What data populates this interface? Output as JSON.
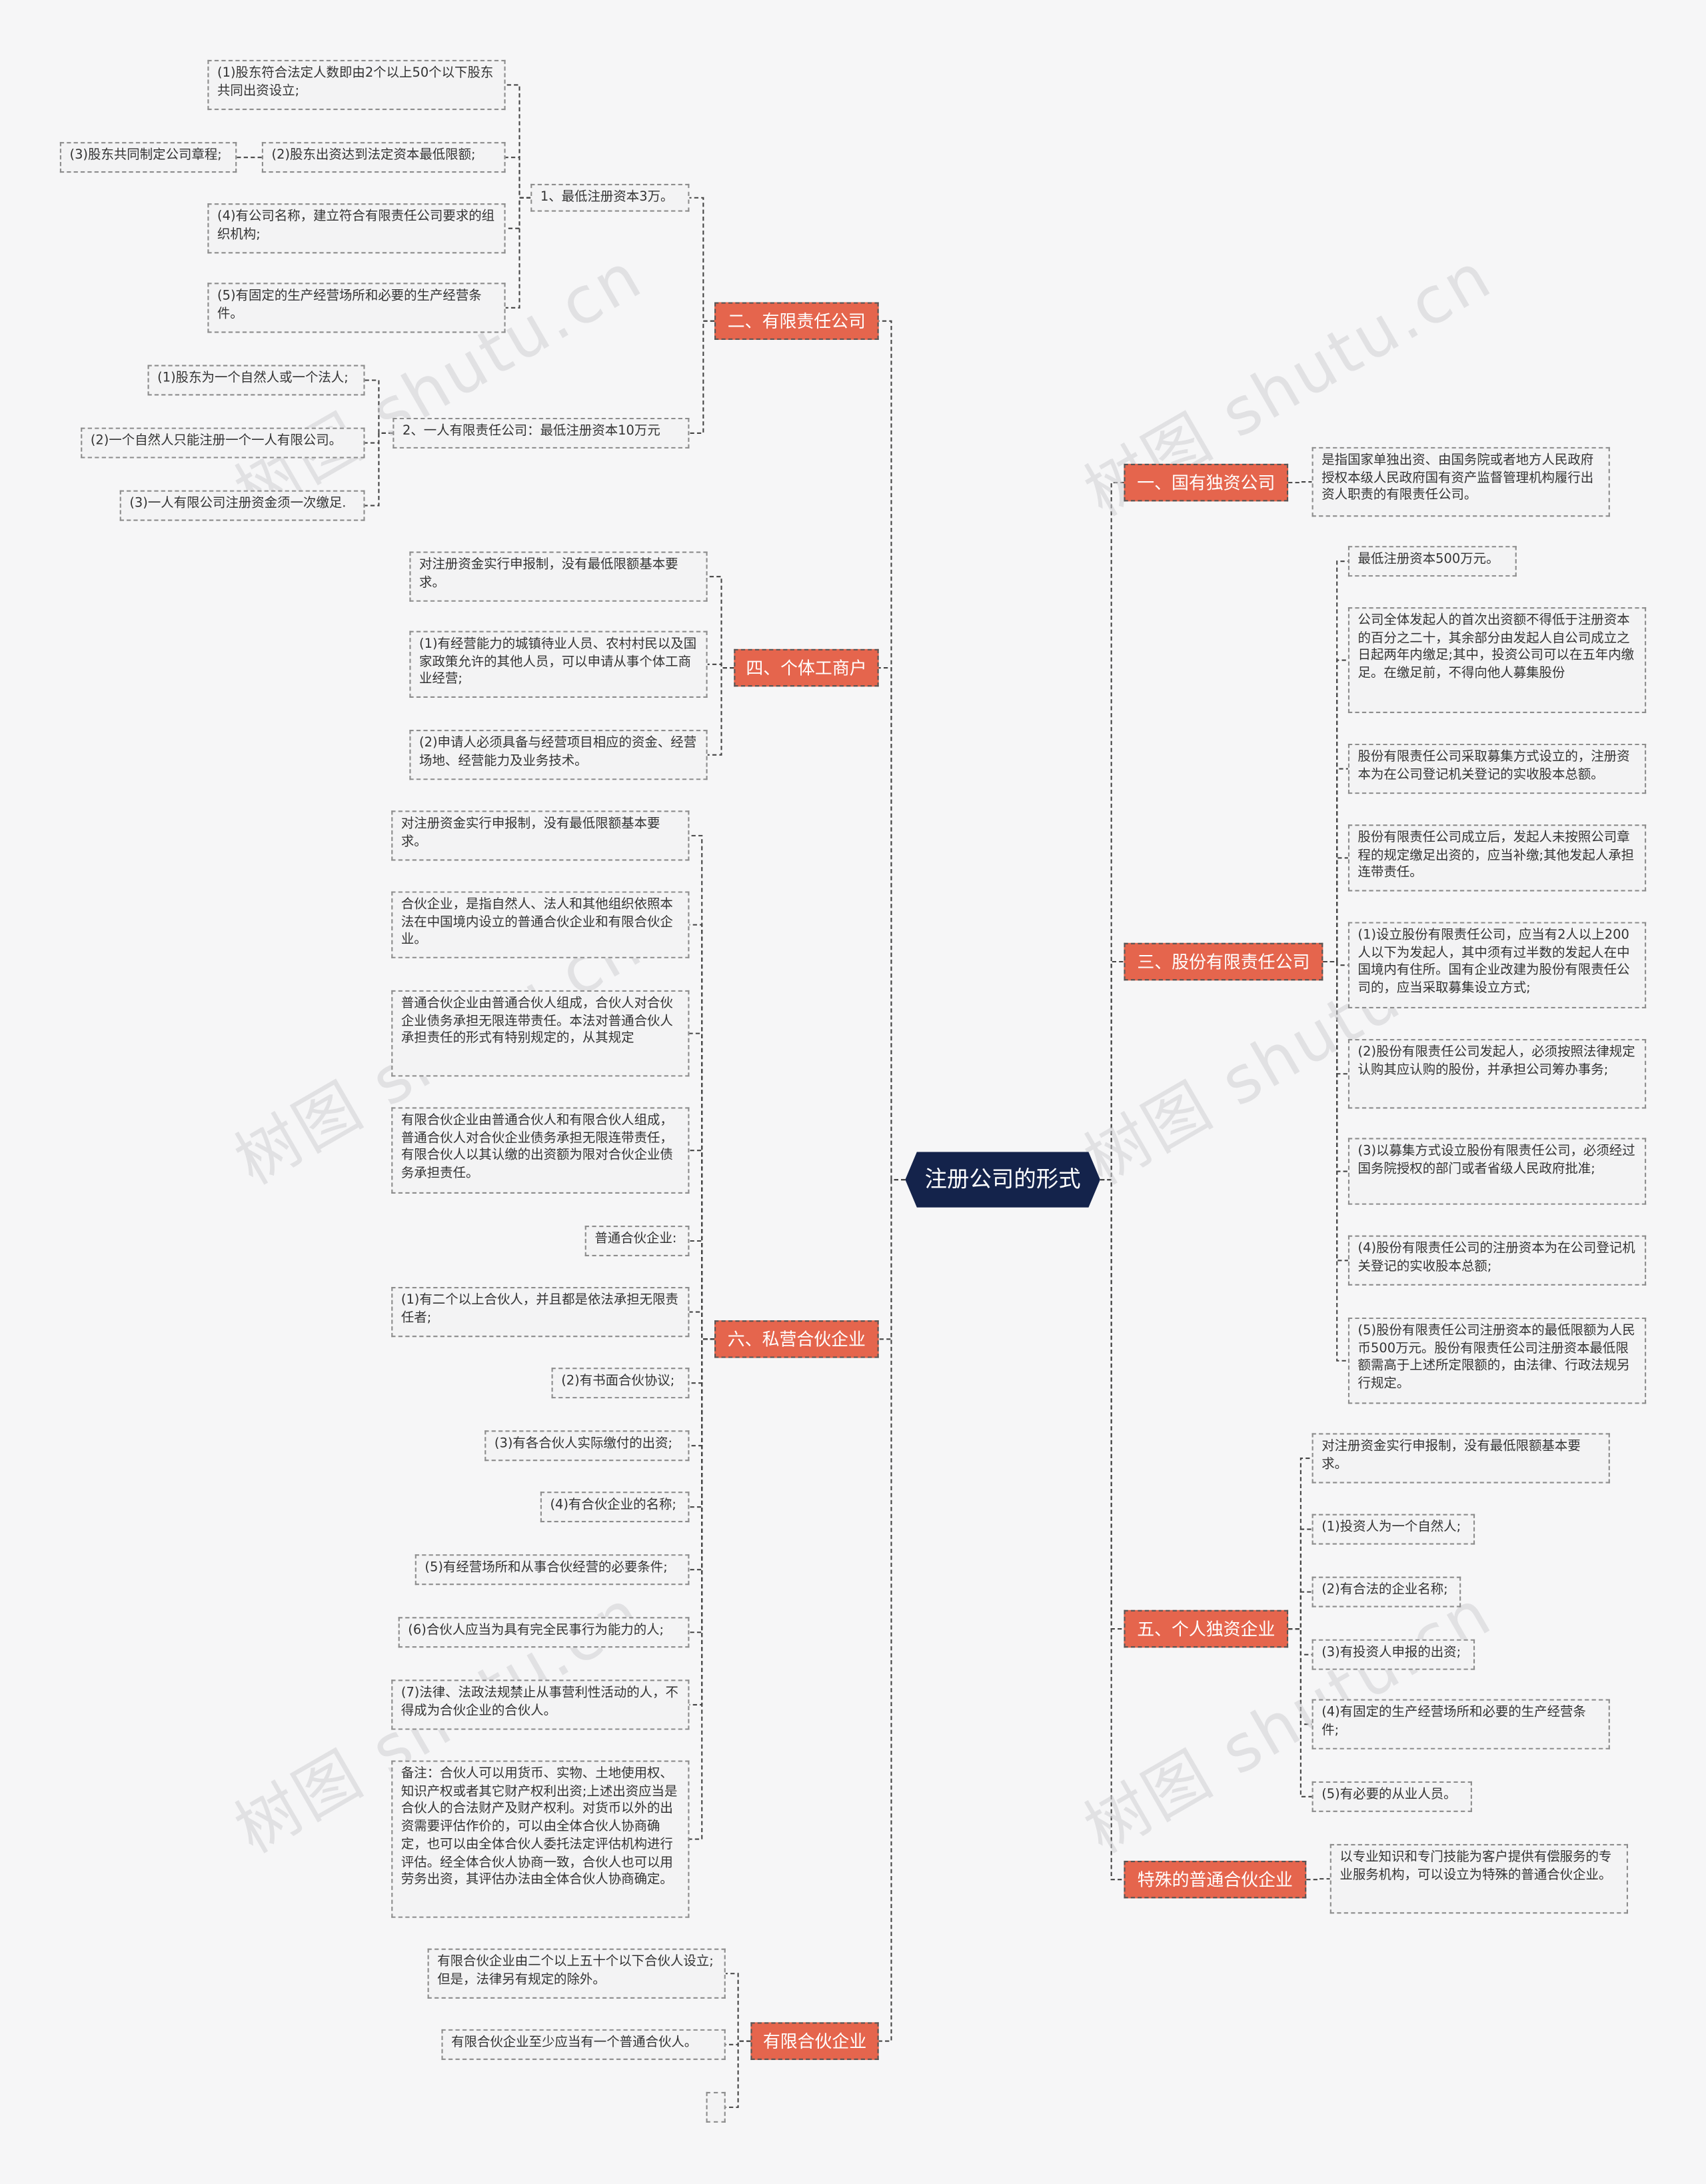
{
  "colors": {
    "center_bg": "#14234b",
    "category_bg": "#e5654d",
    "leaf_border": "#8c8c8c"
  },
  "watermark": "树图 shutu.cn",
  "center": "注册公司的形式",
  "left": {
    "llc": {
      "title": "二、有限责任公司",
      "min_capital": "1、最低注册资本3万。",
      "cond1": "(1)股东符合法定人数即由2个以上50个以下股东共同出资设立;",
      "cond2": "(2)股东出资达到法定资本最低限额;",
      "cond3": "(3)股东共同制定公司章程;",
      "cond4": "(4)有公司名称，建立符合有限责任公司要求的组织机构;",
      "cond5": "(5)有固定的生产经营场所和必要的生产经营条件。",
      "one_person": "2、一人有限责任公司：最低注册资本10万元",
      "op1": "(1)股东为一个自然人或一个法人;",
      "op2": "(2)一个自然人只能注册一个一人有限公司。",
      "op3": "(3)一人有限公司注册资金须一次缴足."
    },
    "individual": {
      "title": "四、个体工商户",
      "i0": "对注册资金实行申报制，没有最低限额基本要求。",
      "i1": "(1)有经营能力的城镇待业人员、农村村民以及国家政策允许的其他人员，可以申请从事个体工商业经营;",
      "i2": "(2)申请人必须具备与经营项目相应的资金、经营场地、经营能力及业务技术。"
    },
    "partnership": {
      "title": "六、私营合伙企业",
      "p0": "对注册资金实行申报制，没有最低限额基本要求。",
      "p1": "合伙企业，是指自然人、法人和其他组织依照本法在中国境内设立的普通合伙企业和有限合伙企业。",
      "p2": "普通合伙企业由普通合伙人组成，合伙人对合伙企业债务承担无限连带责任。本法对普通合伙人承担责任的形式有特别规定的，从其规定",
      "p3": "有限合伙企业由普通合伙人和有限合伙人组成，普通合伙人对合伙企业债务承担无限连带责任，有限合伙人以其认缴的出资额为限对合伙企业债务承担责任。",
      "p4": "普通合伙企业:",
      "p5": "(1)有二个以上合伙人，并且都是依法承担无限责任者;",
      "p6": "(2)有书面合伙协议;",
      "p7": "(3)有各合伙人实际缴付的出资;",
      "p8": "(4)有合伙企业的名称;",
      "p9": "(5)有经营场所和从事合伙经营的必要条件;",
      "p10": "(6)合伙人应当为具有完全民事行为能力的人;",
      "p11": "(7)法律、法政法规禁止从事营利性活动的人，不得成为合伙企业的合伙人。",
      "p12": "备注：合伙人可以用货币、实物、土地使用权、知识产权或者其它财产权利出资;上述出资应当是合伙人的合法财产及财产权利。对货币以外的出资需要评估作价的，可以由全体合伙人协商确定，也可以由全体合伙人委托法定评估机构进行评估。经全体合伙人协商一致，合伙人也可以用劳务出资，其评估办法由全体合伙人协商确定。"
    },
    "limited_partnership": {
      "title": "有限合伙企业",
      "l1": "有限合伙企业由二个以上五十个以下合伙人设立;但是，法律另有规定的除外。",
      "l2": "有限合伙企业至少应当有一个普通合伙人。",
      "l3": ""
    }
  },
  "right": {
    "soe": {
      "title": "一、国有独资公司",
      "s1": "是指国家单独出资、由国务院或者地方人民政府授权本级人民政府国有资产监督管理机构履行出资人职责的有限责任公司。"
    },
    "jsc": {
      "title": "三、股份有限责任公司",
      "j1": "最低注册资本500万元。",
      "j2": "公司全体发起人的首次出资额不得低于注册资本的百分之二十，其余部分由发起人自公司成立之日起两年内缴足;其中，投资公司可以在五年内缴足。在缴足前，不得向他人募集股份",
      "j3": "股份有限责任公司采取募集方式设立的，注册资本为在公司登记机关登记的实收股本总额。",
      "j4": "股份有限责任公司成立后，发起人未按照公司章程的规定缴足出资的，应当补缴;其他发起人承担 连带责任。",
      "j5": "(1)设立股份有限责任公司，应当有2人以上200人以下为发起人，其中须有过半数的发起人在中国境内有住所。国有企业改建为股份有限责任公司的，应当采取募集设立方式;",
      "j6": "(2)股份有限责任公司发起人，必须按照法律规定认购其应认购的股份，并承担公司筹办事务;",
      "j7": "(3)以募集方式设立股份有限责任公司，必须经过国务院授权的部门或者省级人民政府批准;",
      "j8": "(4)股份有限责任公司的注册资本为在公司登记机关登记的实收股本总额;",
      "j9": "(5)股份有限责任公司注册资本的最低限额为人民币500万元。股份有限责任公司注册资本最低限额需高于上述所定限额的，由法律、行政法规另行规定。"
    },
    "sole": {
      "title": "五、个人独资企业",
      "o0": "对注册资金实行申报制，没有最低限额基本要求。",
      "o1": "(1)投资人为一个自然人;",
      "o2": "(2)有合法的企业名称;",
      "o3": "(3)有投资人申报的出资;",
      "o4": "(4)有固定的生产经营场所和必要的生产经营条件;",
      "o5": "(5)有必要的从业人员。"
    },
    "special": {
      "title": "特殊的普通合伙企业",
      "sp1": "以专业知识和专门技能为客户提供有偿服务的专业服务机构，可以设立为特殊的普通合伙企业。"
    }
  }
}
